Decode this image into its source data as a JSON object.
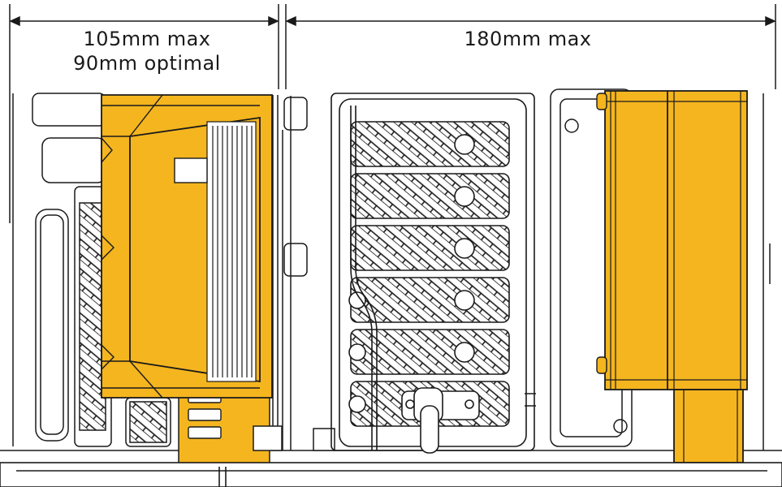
{
  "dimensions": {
    "left": {
      "line1": "105mm max",
      "line2": "90mm optimal"
    },
    "right": {
      "line1": "180mm max"
    }
  },
  "colors": {
    "line": "#1a1a1a",
    "highlight": "#f4b51f",
    "background": "#ffffff"
  },
  "icons": {
    "slot_pattern": "hatched-pci-slot-cover",
    "cooler": "cpu-tower-cooler",
    "gpu": "graphics-card"
  }
}
